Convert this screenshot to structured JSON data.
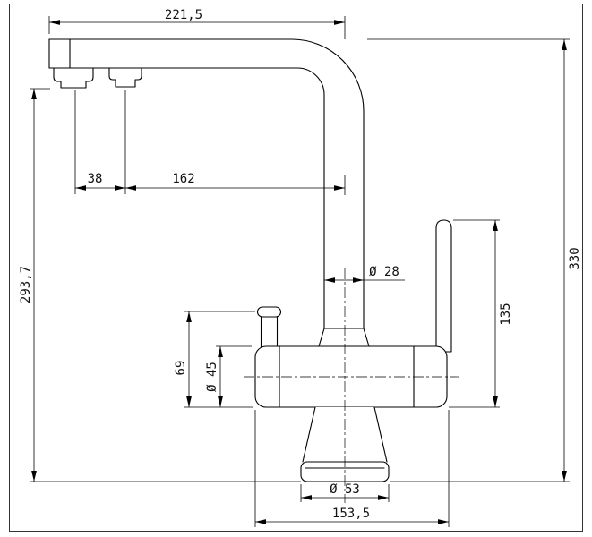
{
  "page": {
    "background": "#ffffff",
    "line_color": "#000000"
  },
  "drawing": {
    "kind": "kitchen-faucet-technical-drawing",
    "dims": {
      "spout_reach": "221,5",
      "outlet_spacing": "38",
      "outlet_to_axis": "162",
      "height_to_spout": "293,7",
      "pipe_diameter": "Ø 28",
      "total_height": "330",
      "lever_height": "135",
      "body_offset": "69",
      "body_diameter": "Ø 45",
      "base_diameter": "Ø 53",
      "base_width": "153,5"
    }
  }
}
